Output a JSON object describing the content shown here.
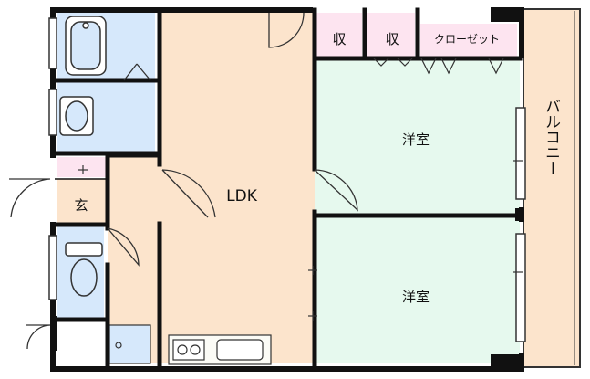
{
  "floor_plan": {
    "rooms": {
      "ldk": "LDK",
      "western_room_1": "洋室",
      "western_room_2": "洋室",
      "storage_1": "収",
      "storage_2": "収",
      "closet": "クローゼット",
      "entrance": "玄",
      "balcony": "バルコニー"
    },
    "colors": {
      "ldk": "#fce4cc",
      "western_room": "#e6f9ee",
      "wet_area": "#d6e8fb",
      "storage": "#fde4f0",
      "balcony": "#fce4cc",
      "wall": "#111111"
    }
  }
}
